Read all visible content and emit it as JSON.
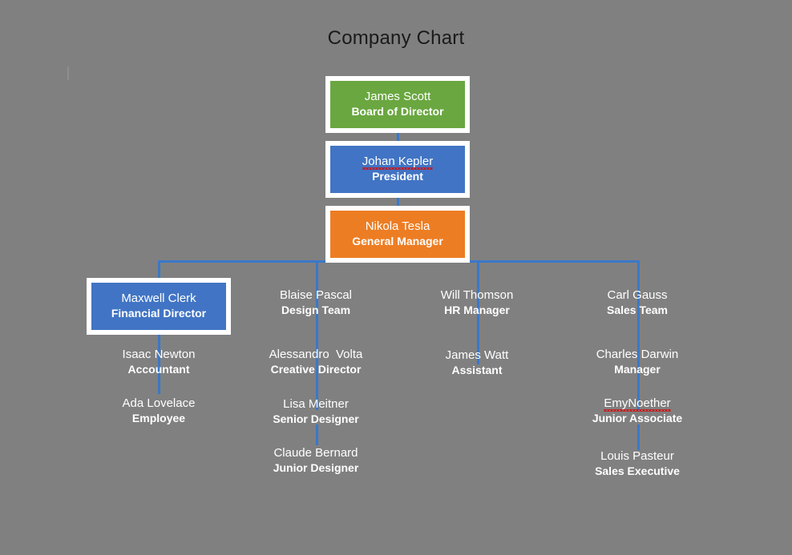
{
  "title": "Company Chart",
  "colors": {
    "background": "#808080",
    "connector": "#3a78c9",
    "box_border": "#ffffff",
    "green": "#6aa740",
    "blue": "#4174c4",
    "orange": "#ed7d23",
    "title_text": "#1a1a1a",
    "node_text": "#ffffff",
    "spellcheck_underline": "#d01010"
  },
  "chart_data": {
    "type": "diagram",
    "diagram_type": "organization-chart",
    "title": "Company Chart",
    "nodes": [
      {
        "id": "james-scott",
        "name": "James Scott",
        "role": "Board of Director",
        "style": "boxed-green",
        "level": 1,
        "column": "center"
      },
      {
        "id": "johan-kepler",
        "name": "Johan Kepler",
        "role": "President",
        "style": "boxed-blue",
        "level": 2,
        "column": "center",
        "misspelled_word": "Kepler"
      },
      {
        "id": "nikola-tesla",
        "name": "Nikola Tesla",
        "role": "General Manager",
        "style": "boxed-orange",
        "level": 3,
        "column": "center"
      },
      {
        "id": "maxwell-clerk",
        "name": "Maxwell Clerk",
        "role": "Financial Director",
        "style": "boxed-blue",
        "level": 4,
        "column": 1
      },
      {
        "id": "blaise-pascal",
        "name": "Blaise Pascal",
        "role": "Design Team",
        "style": "plain",
        "level": 4,
        "column": 2
      },
      {
        "id": "will-thomson",
        "name": "Will Thomson",
        "role": "HR Manager",
        "style": "plain",
        "level": 4,
        "column": 3
      },
      {
        "id": "carl-gauss",
        "name": "Carl Gauss",
        "role": "Sales Team",
        "style": "plain",
        "level": 4,
        "column": 4
      },
      {
        "id": "isaac-newton",
        "name": "Isaac Newton",
        "role": "Accountant",
        "style": "plain",
        "level": 5,
        "column": 1
      },
      {
        "id": "alessandro-volta",
        "name": "Alessandro  Volta",
        "role": "Creative Director",
        "style": "plain",
        "level": 5,
        "column": 2
      },
      {
        "id": "james-watt",
        "name": "James Watt",
        "role": "Assistant",
        "style": "plain",
        "level": 5,
        "column": 3
      },
      {
        "id": "charles-darwin",
        "name": "Charles Darwin",
        "role": "Manager",
        "style": "plain",
        "level": 5,
        "column": 4
      },
      {
        "id": "ada-lovelace",
        "name": "Ada Lovelace",
        "role": "Employee",
        "style": "plain",
        "level": 6,
        "column": 1
      },
      {
        "id": "lisa-meitner",
        "name": "Lisa Meitner",
        "role": "Senior Designer",
        "style": "plain",
        "level": 6,
        "column": 2
      },
      {
        "id": "emy-noether",
        "name": "EmyNoether",
        "role": "Junior Associate",
        "style": "plain",
        "level": 6,
        "column": 4,
        "misspelled_word": "EmyNoether"
      },
      {
        "id": "claude-bernard",
        "name": "Claude Bernard",
        "role": "Junior Designer",
        "style": "plain",
        "level": 7,
        "column": 2
      },
      {
        "id": "louis-pasteur",
        "name": "Louis Pasteur",
        "role": "Sales Executive",
        "style": "plain",
        "level": 7,
        "column": 4
      }
    ],
    "edges": [
      {
        "from": "james-scott",
        "to": "johan-kepler"
      },
      {
        "from": "johan-kepler",
        "to": "nikola-tesla"
      },
      {
        "from": "nikola-tesla",
        "to": "maxwell-clerk"
      },
      {
        "from": "nikola-tesla",
        "to": "blaise-pascal"
      },
      {
        "from": "nikola-tesla",
        "to": "will-thomson"
      },
      {
        "from": "nikola-tesla",
        "to": "carl-gauss"
      },
      {
        "from": "maxwell-clerk",
        "to": "isaac-newton"
      },
      {
        "from": "isaac-newton",
        "to": "ada-lovelace"
      },
      {
        "from": "blaise-pascal",
        "to": "alessandro-volta"
      },
      {
        "from": "alessandro-volta",
        "to": "lisa-meitner"
      },
      {
        "from": "lisa-meitner",
        "to": "claude-bernard"
      },
      {
        "from": "will-thomson",
        "to": "james-watt"
      },
      {
        "from": "carl-gauss",
        "to": "charles-darwin"
      },
      {
        "from": "charles-darwin",
        "to": "emy-noether"
      },
      {
        "from": "emy-noether",
        "to": "louis-pasteur"
      }
    ]
  }
}
